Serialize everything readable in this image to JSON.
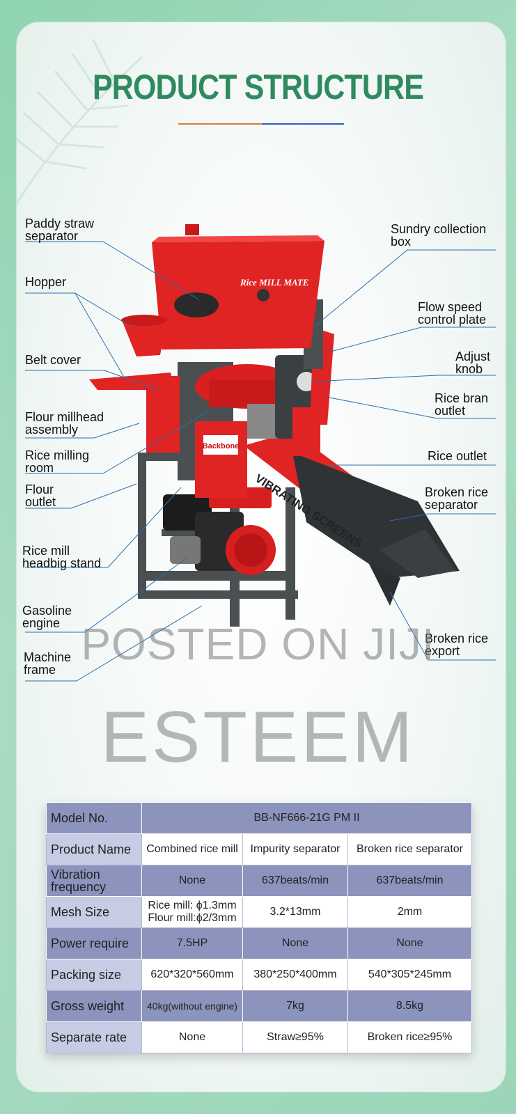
{
  "title": "PRODUCT STRUCTURE",
  "colors": {
    "title": "#2f8a5f",
    "rule_left": "#e07a3a",
    "rule_right": "#2f5fc8",
    "machine_red": "#e02424",
    "frame_gray": "#4a4f52"
  },
  "machine": {
    "hopper_text": "Rice MILL MATE",
    "side_text": "VIBRATING SCREENS",
    "brand": "Backbone"
  },
  "labels_left": [
    {
      "l1": "Paddy straw",
      "l2": "separator"
    },
    {
      "l1": "Hopper",
      "l2": ""
    },
    {
      "l1": "Belt cover",
      "l2": ""
    },
    {
      "l1": "Flour millhead",
      "l2": "assembly"
    },
    {
      "l1": "Rice milling",
      "l2": "room"
    },
    {
      "l1": "Flour",
      "l2": "outlet"
    },
    {
      "l1": "Rice mill",
      "l2": "headbig stand"
    },
    {
      "l1": "Gasoline",
      "l2": "engine"
    },
    {
      "l1": "Machine",
      "l2": "frame"
    }
  ],
  "labels_right": [
    {
      "l1": "Sundry collection",
      "l2": "box"
    },
    {
      "l1": "Flow speed",
      "l2": "control plate"
    },
    {
      "l1": "Adjust",
      "l2": "knob"
    },
    {
      "l1": "Rice bran",
      "l2": "outlet"
    },
    {
      "l1": "Rice outlet",
      "l2": ""
    },
    {
      "l1": "Broken rice",
      "l2": "separator"
    },
    {
      "l1": "Broken rice",
      "l2": "export"
    }
  ],
  "watermark": "POSTED ON JIJI",
  "watermark_brand": "ESTEEM",
  "table": {
    "rows": [
      {
        "head": "Model No.",
        "cells": [
          "BB-NF666-21G PM II"
        ],
        "span": true
      },
      {
        "head": "Product Name",
        "cells": [
          "Combined rice mill",
          "Impurity separator",
          "Broken rice separator"
        ]
      },
      {
        "head": "Vibration frequency",
        "cells": [
          "None",
          "637beats/min",
          "637beats/min"
        ]
      },
      {
        "head": "Mesh Size",
        "cells": [
          "Rice mill: ϕ1.3mm Flour mill:ϕ2/3mm",
          "3.2*13mm",
          "2mm"
        ]
      },
      {
        "head": "Power require",
        "cells": [
          "7.5HP",
          "None",
          "None"
        ]
      },
      {
        "head": "Packing size",
        "cells": [
          "620*320*560mm",
          "380*250*400mm",
          "540*305*245mm"
        ]
      },
      {
        "head": "Gross weight",
        "cells": [
          "40kg(without engine)",
          "7kg",
          "8.5kg"
        ]
      },
      {
        "head": "Separate rate",
        "cells": [
          "None",
          "Straw≥95%",
          "Broken rice≥95%"
        ]
      }
    ]
  }
}
